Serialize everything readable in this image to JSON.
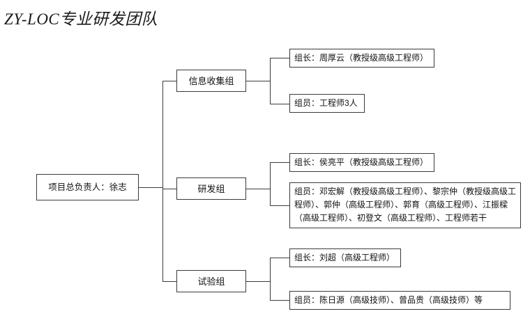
{
  "title": "ZY-LOC专业研发团队",
  "diagram": {
    "type": "organization-chart",
    "root": {
      "label": "项目总负责人：徐志"
    },
    "groups": [
      {
        "name": "信息收集组",
        "members": [
          {
            "role": "组长",
            "text": "组长：周厚云（教授级高级工程师）"
          },
          {
            "role": "组员",
            "text": "组员：工程师3人"
          }
        ]
      },
      {
        "name": "研发组",
        "members": [
          {
            "role": "组长",
            "text": "组长：侯亮平（教授级高级工程师）"
          },
          {
            "role": "组员",
            "text": "组员：邓宏解（教授级高级工程师）、黎宗仲（教授级高级工程师）、郭仲（高级工程师）、郭育（高级工程师）、江振樑（高级工程师）、初登文（高级工程师）、工程师若干"
          }
        ]
      },
      {
        "name": "试验组",
        "members": [
          {
            "role": "组长",
            "text": "组长：刘超（高级工程师）"
          },
          {
            "role": "组员",
            "text": "组员：陈日源（高级技师）、曾品贵（高级技师）等"
          }
        ]
      }
    ]
  },
  "colors": {
    "border": "#3a3a3a",
    "text": "#111111",
    "background": "#ffffff"
  }
}
